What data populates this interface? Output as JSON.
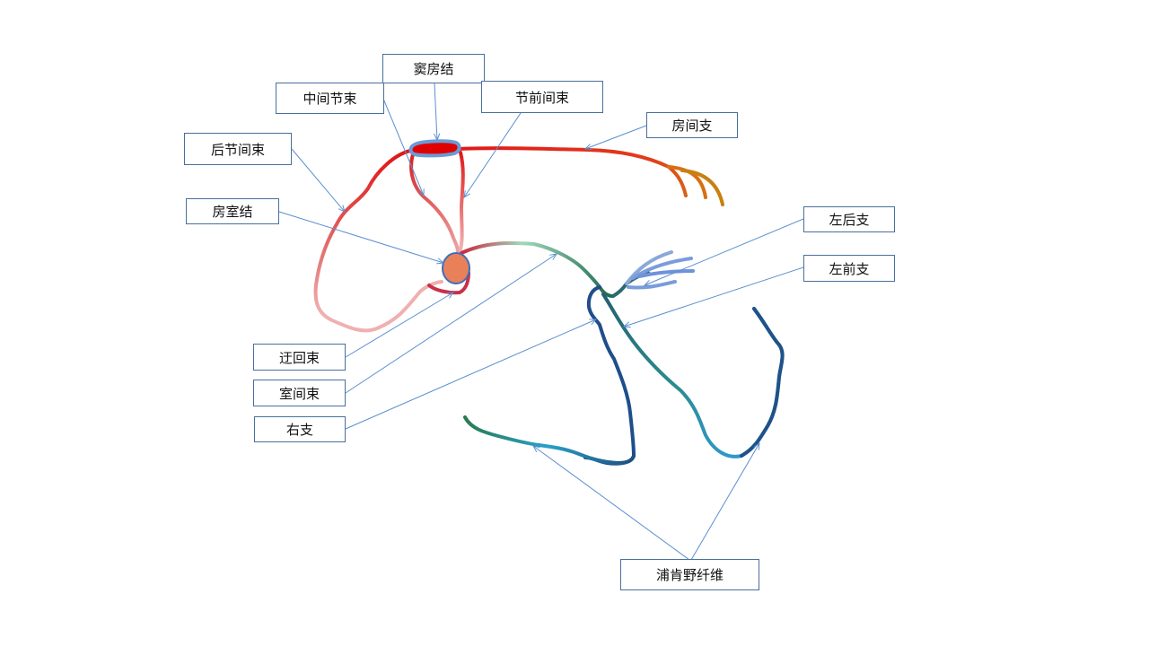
{
  "labels": {
    "sinoatrial_node": "窦房结",
    "middle_internodal_tract": "中间节束",
    "anterior_internodal_tract": "节前间束",
    "interatrial_branch": "房间支",
    "posterior_internodal_tract": "后节间束",
    "atrioventricular_node": "房室结",
    "left_posterior_branch": "左后支",
    "left_anterior_branch": "左前支",
    "bypass_tract": "迂回束",
    "interventricular_bundle": "室间束",
    "right_branch": "右支",
    "purkinje_fibers": "浦肯野纤维"
  },
  "colors": {
    "label_border": "#4a6f9c",
    "leader_line": "#5b8fd0",
    "atrial_tracts": "#e02020",
    "node_outline": "#6a9bd6",
    "av_node_fill": "#e8805a",
    "right_bundle": "#1f4e8a",
    "left_bundle": "#2a7a5a"
  }
}
